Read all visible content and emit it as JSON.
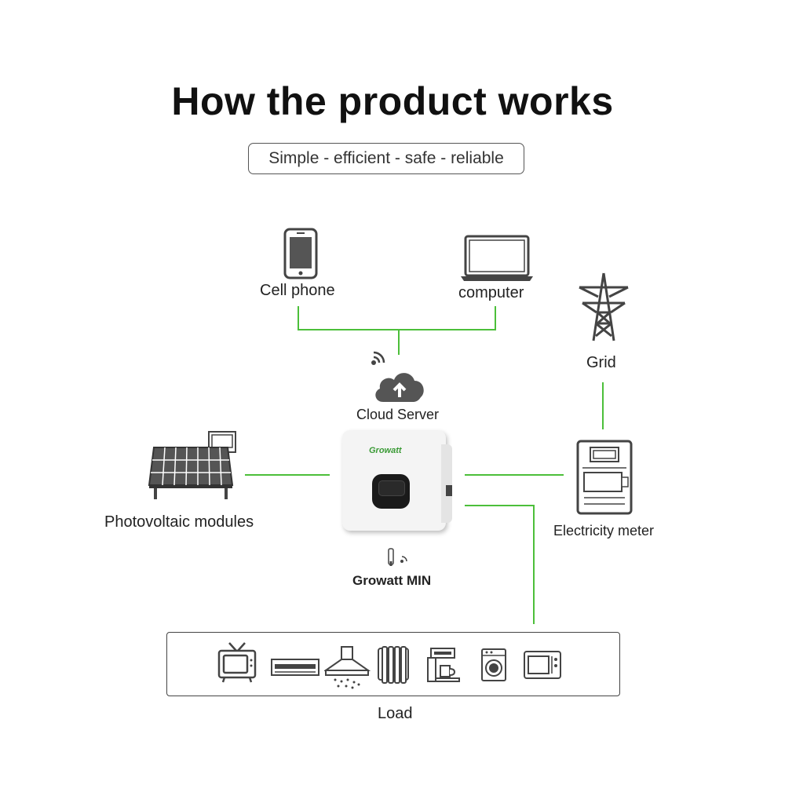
{
  "title": "How the product works",
  "subtitle": "Simple - efficient - safe - reliable",
  "nodes": {
    "cell_phone": "Cell phone",
    "computer": "computer",
    "cloud_server": "Cloud Server",
    "grid": "Grid",
    "photovoltaic": "Photovoltaic modules",
    "inverter_brand": "Growatt",
    "inverter": "Growatt MIN",
    "electricity_meter": "Electricity meter",
    "load": "Load"
  },
  "icons": [
    "smartphone-icon",
    "laptop-icon",
    "wifi-icon",
    "cloud-upload-icon",
    "power-tower-icon",
    "solar-panel-icon",
    "inverter-icon",
    "wifi-stick-icon",
    "electricity-meter-icon",
    "tv-icon",
    "air-conditioner-icon",
    "range-hood-icon",
    "heater-icon",
    "coffee-machine-icon",
    "washing-machine-icon",
    "microwave-icon"
  ],
  "colors": {
    "connector": "#4cbf3a",
    "outline": "#444444"
  }
}
